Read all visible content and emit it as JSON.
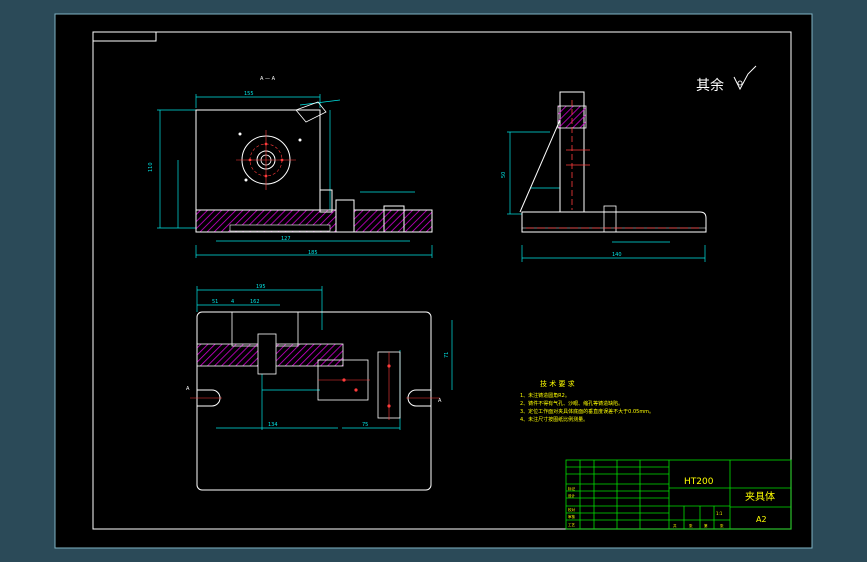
{
  "drawing": {
    "surface_note": "其余",
    "section_label": "A — A",
    "view_mark_a": "A",
    "tech_requirements": {
      "title": "技 术 要 求",
      "items": [
        "1、未注铸造圆角R2。",
        "2、铸件不得有气孔、沙眼、缩孔等铸造缺陷。",
        "3、定位工作面对夹具体底面的垂直度误差不大于0.05mm。",
        "4、未注尺寸按图纸比例测量。"
      ]
    },
    "title_block": {
      "material": "HT200",
      "part_name": "夹具体",
      "sheet_size": "A2",
      "scale": "1:1",
      "row_labels": [
        "标记",
        "设计",
        "校对",
        "审核",
        "工艺"
      ],
      "footer": [
        "共",
        "张",
        "第",
        "张"
      ]
    },
    "dims": {
      "top_width": "155",
      "inner_width": "127",
      "base_width": "185",
      "height": "110",
      "side_width": "140",
      "side_height": "50",
      "plan_width": "195",
      "plan_d1": "162",
      "plan_d2": "51",
      "plan_d3": "4",
      "plan_left": "134",
      "plan_right": "75",
      "plan_height": "71"
    },
    "colors": {
      "background": "#000000",
      "frame": "#ffffff",
      "outline": "#ffffff",
      "dimension": "#00e5e5",
      "hatch": "#d200d2",
      "centerline": "#ff3b3b",
      "title_text": "#ffff00",
      "table_line": "#00e000"
    }
  }
}
